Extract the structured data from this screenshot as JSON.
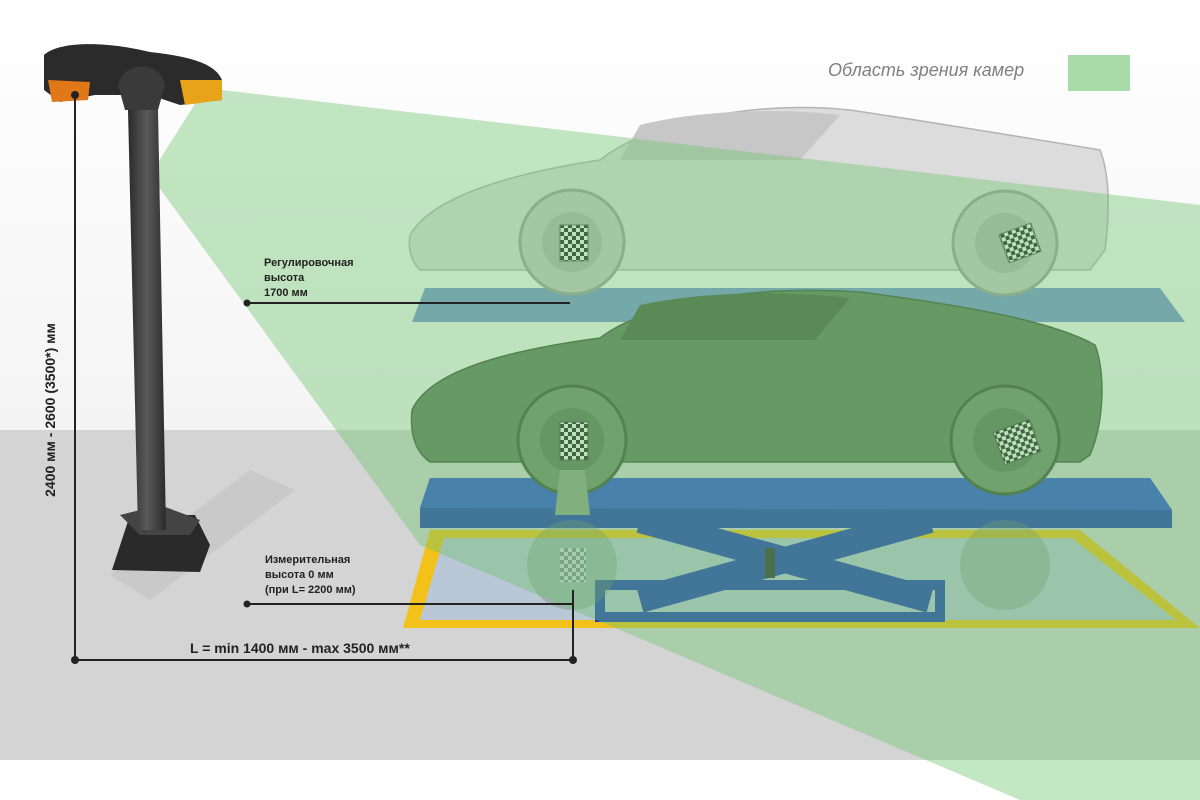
{
  "legend": {
    "label": "Область зрения камер",
    "swatch_color": "#a8dba8"
  },
  "labels": {
    "adjust_height": [
      "Регулировочная",
      "высота",
      "1700 мм"
    ],
    "measure_height": [
      "Измерительная",
      "высота 0 мм",
      "(при L= 2200 мм)"
    ],
    "stand_height": "2400 мм - 2600 (3500*) мм",
    "distance": "L = min 1400 мм - max 3500 мм**"
  },
  "colors": {
    "camera_field": "#6fc46f",
    "lift_blue": "#1f3fb5",
    "pit_yellow": "#f2c21a",
    "floor": "#d4d4d4",
    "car_green": "#6f8c6a",
    "car_grey": "#dcdcdc",
    "stand": "#3a3a3a"
  },
  "icons": {
    "camera_head": "camera-head-icon",
    "stand": "camera-stand",
    "car_upper": "sports-car-raised",
    "car_lower": "sports-car-lowered",
    "target": "checkerboard-target-icon"
  }
}
